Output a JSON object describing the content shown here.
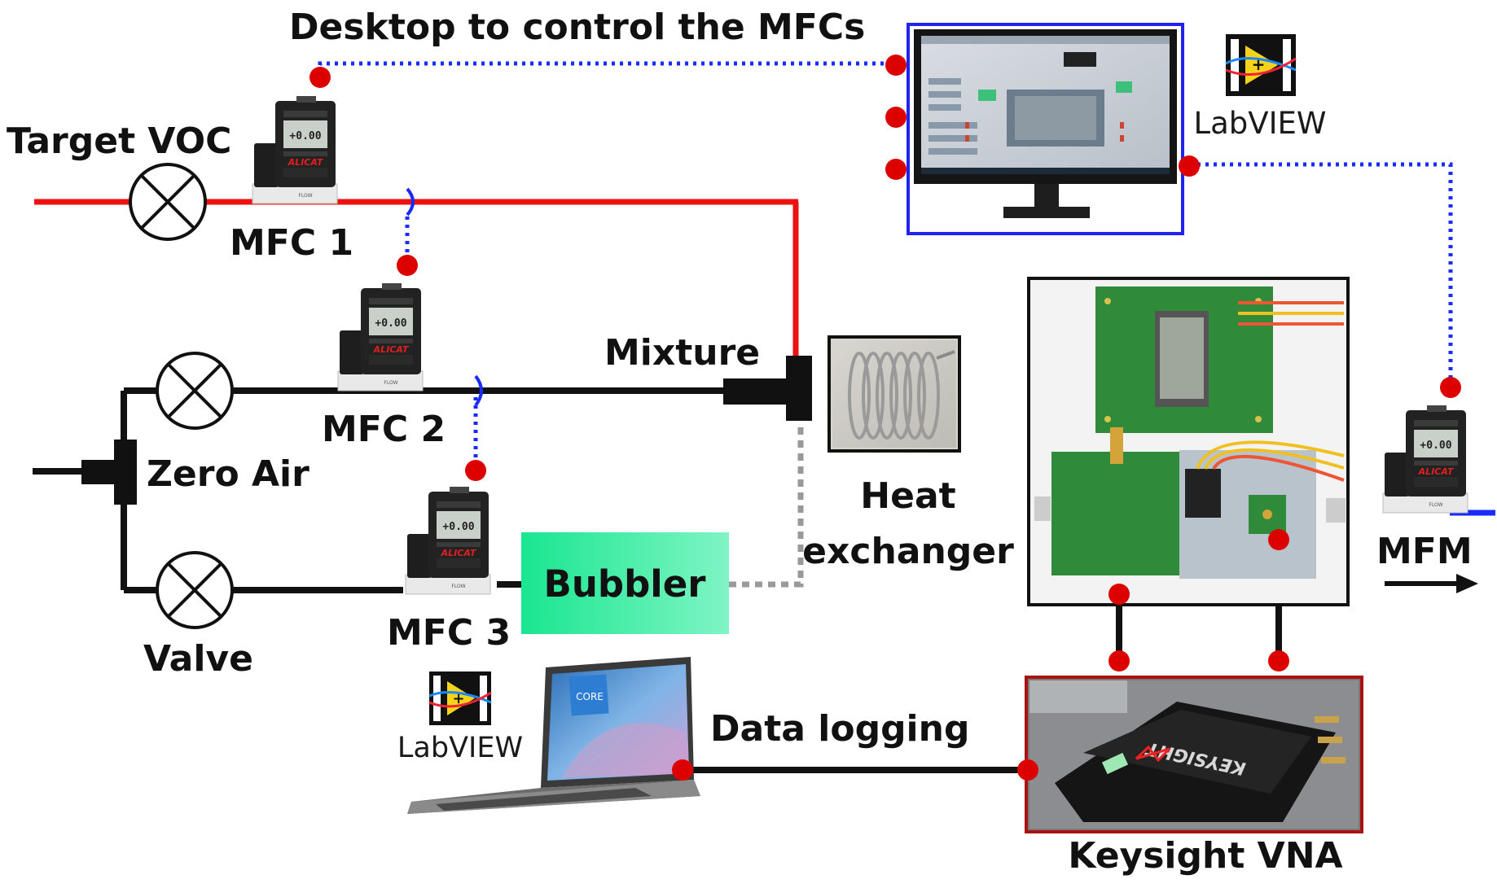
{
  "labels": {
    "desktop_title": "Desktop to control the MFCs",
    "target_voc": "Target VOC",
    "mfc1": "MFC 1",
    "mfc2": "MFC 2",
    "mfc3": "MFC 3",
    "mixture": "Mixture",
    "zero_air": "Zero Air",
    "valve": "Valve",
    "bubbler": "Bubbler",
    "heat": "Heat",
    "exchanger": "exchanger",
    "mfm": "MFM",
    "data_logging": "Data logging",
    "keysight_vna": "Keysight VNA",
    "labview_top": "LabVIEW",
    "labview_bottom": "LabVIEW"
  },
  "device_text": {
    "mfc_display_value": "+0.00",
    "mfc_brand": "ALICAT",
    "mfc_base_text": "FLOW",
    "vna_brand": "KEYSIGHT",
    "laptop_badge": "CORE"
  },
  "colors": {
    "target_line": "#ee1111",
    "air_line": "#111111",
    "control_link": "#1a2bff",
    "connector_dot": "#dd0000",
    "bubbler_fill_start": "#19e690",
    "bubbler_fill_end": "#7ff5c4",
    "desktop_frame": "#2222ee",
    "vna_frame": "#aa1111",
    "pcb_green": "#2f8a3a",
    "dashed_link": "#999999"
  },
  "icons": [
    "valve-icon",
    "labview-icon",
    "flow-arrow-icon"
  ]
}
